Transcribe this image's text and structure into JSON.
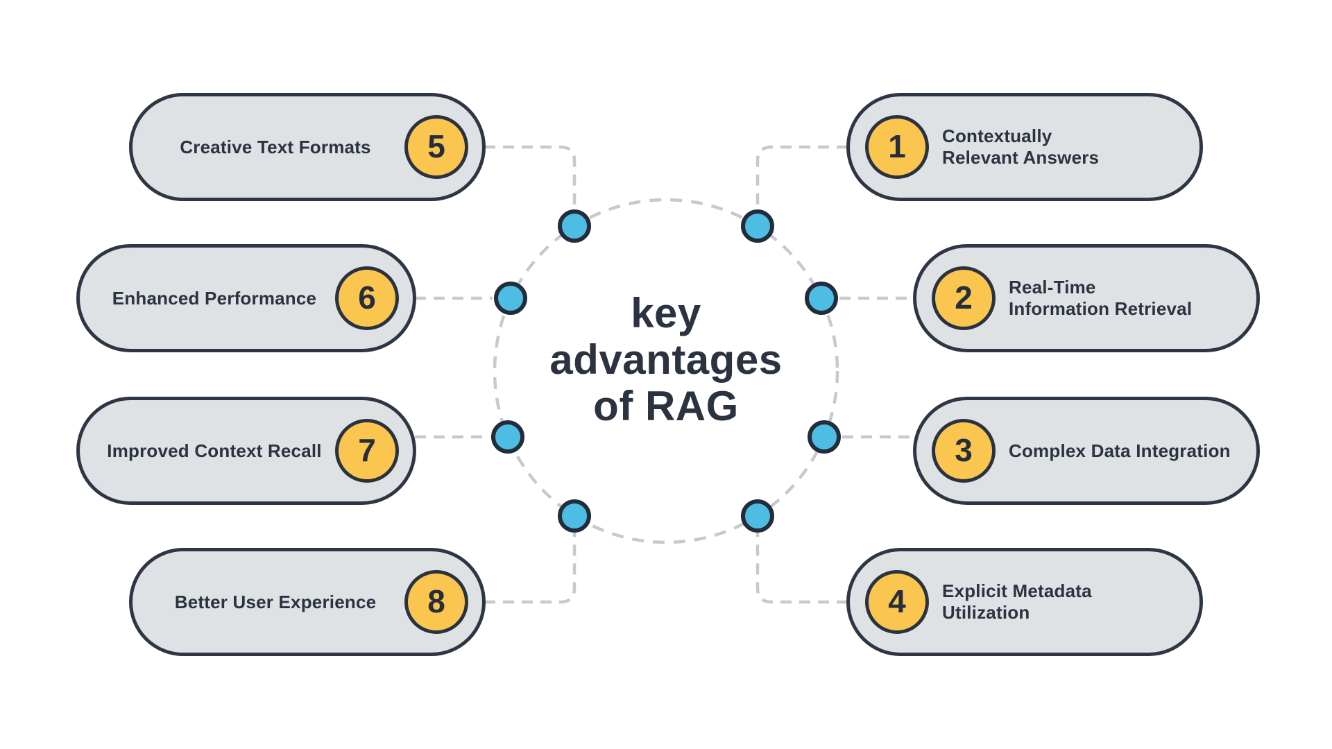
{
  "title": "key\nadvantages\nof RAG",
  "colors": {
    "background": "#ffffff",
    "pill_fill": "#dee2e5",
    "outline_navy": "#2e3644",
    "text_navy": "#2c3340",
    "number_yellow": "#fbc64f",
    "dot_blue": "#4dbde4",
    "dash_gray": "#c7cacd"
  },
  "items": [
    {
      "number": "1",
      "label": "Contextually\nRelevant Answers",
      "side": "right"
    },
    {
      "number": "2",
      "label": "Real-Time\nInformation Retrieval",
      "side": "right"
    },
    {
      "number": "3",
      "label": "Complex Data Integration",
      "side": "right"
    },
    {
      "number": "4",
      "label": "Explicit Metadata\nUtilization",
      "side": "right"
    },
    {
      "number": "5",
      "label": "Creative Text Formats",
      "side": "left"
    },
    {
      "number": "6",
      "label": "Enhanced Performance",
      "side": "left"
    },
    {
      "number": "7",
      "label": "Improved Context Recall",
      "side": "left"
    },
    {
      "number": "8",
      "label": "Better User Experience",
      "side": "left"
    }
  ]
}
